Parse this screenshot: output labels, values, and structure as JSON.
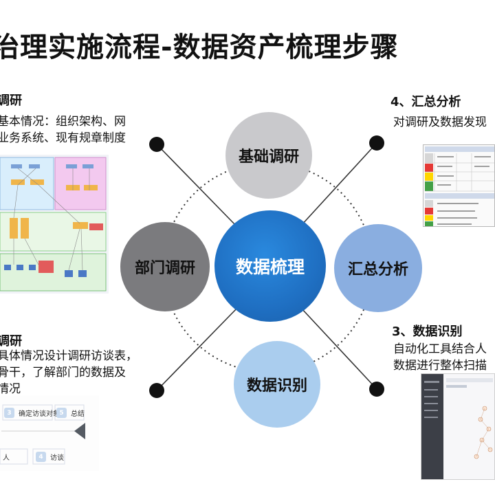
{
  "title": "治理实施流程-数据资产梳理步骤",
  "center": {
    "label": "数据梳理"
  },
  "nodes": {
    "top": {
      "label": "基础调研"
    },
    "left": {
      "label": "部门调研"
    },
    "right": {
      "label": "汇总分析"
    },
    "bottom": {
      "label": "数据识别"
    }
  },
  "sections": {
    "basic": {
      "heading": "调研",
      "lines": [
        "基本情况：组织架构、网",
        "业务系统、现有规章制度"
      ]
    },
    "dept": {
      "heading": "调研",
      "lines": [
        "具体情况设计调研访谈表，",
        "骨干，了解部门的数据及",
        "情况"
      ]
    },
    "summary": {
      "heading": "4、汇总分析",
      "lines": [
        "对调研及数据发现"
      ]
    },
    "identify": {
      "heading": "3、数据识别",
      "lines": [
        "自动化工具结合人",
        "数据进行整体扫描"
      ]
    }
  },
  "steps_thumbnail": {
    "items": [
      {
        "num": "3",
        "label": "确定访谈对象"
      },
      {
        "num": "5",
        "label": "总结"
      },
      {
        "num": "",
        "label": "人"
      },
      {
        "num": "4",
        "label": "访谈"
      }
    ]
  },
  "colors": {
    "center": "#1f6fc2",
    "top": "#c9c9cc",
    "left": "#7b7b7e",
    "right": "#8aaee0",
    "bottom": "#aacdee",
    "dot": "#111111"
  }
}
